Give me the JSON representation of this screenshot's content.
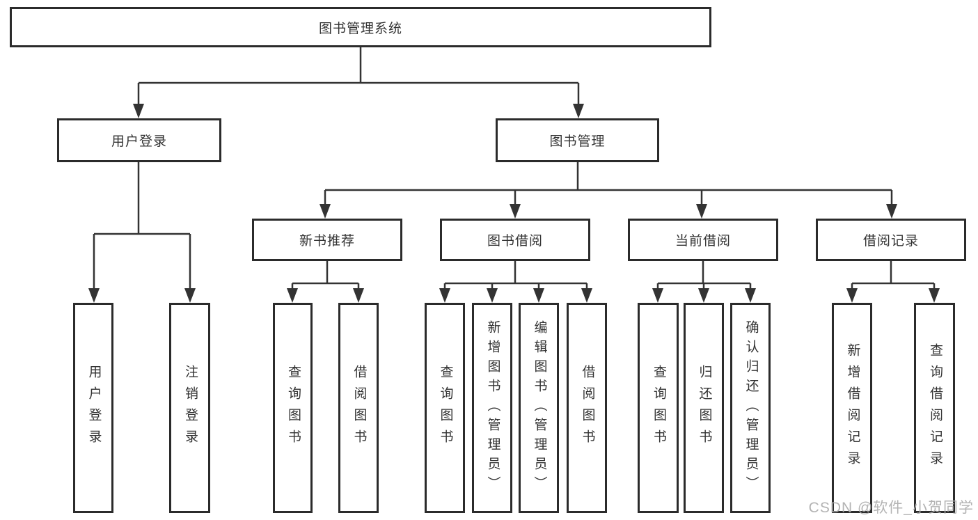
{
  "diagram": {
    "type": "hierarchy",
    "root": {
      "label": "图书管理系统",
      "children": [
        {
          "label": "用户登录",
          "children": [
            {
              "label": "用户登录"
            },
            {
              "label": "注销登录"
            }
          ]
        },
        {
          "label": "图书管理",
          "children": [
            {
              "label": "新书推荐",
              "children": [
                {
                  "label": "查询图书"
                },
                {
                  "label": "借阅图书"
                }
              ]
            },
            {
              "label": "图书借阅",
              "children": [
                {
                  "label": "查询图书"
                },
                {
                  "label": "新增图书（管理员）"
                },
                {
                  "label": "编辑图书（管理员）"
                },
                {
                  "label": "借阅图书"
                }
              ]
            },
            {
              "label": "当前借阅",
              "children": [
                {
                  "label": "查询图书"
                },
                {
                  "label": "归还图书"
                },
                {
                  "label": "确认归还（管理员）"
                }
              ]
            },
            {
              "label": "借阅记录",
              "children": [
                {
                  "label": "新增借阅记录"
                },
                {
                  "label": "查询借阅记录"
                }
              ]
            }
          ]
        }
      ]
    }
  },
  "watermark": {
    "text": "CSDN @软件_小贺同学"
  },
  "colors": {
    "line": "#333333",
    "box_border": "#2b2b2b",
    "text": "#333333",
    "background": "#ffffff",
    "watermark": "#ababab"
  }
}
